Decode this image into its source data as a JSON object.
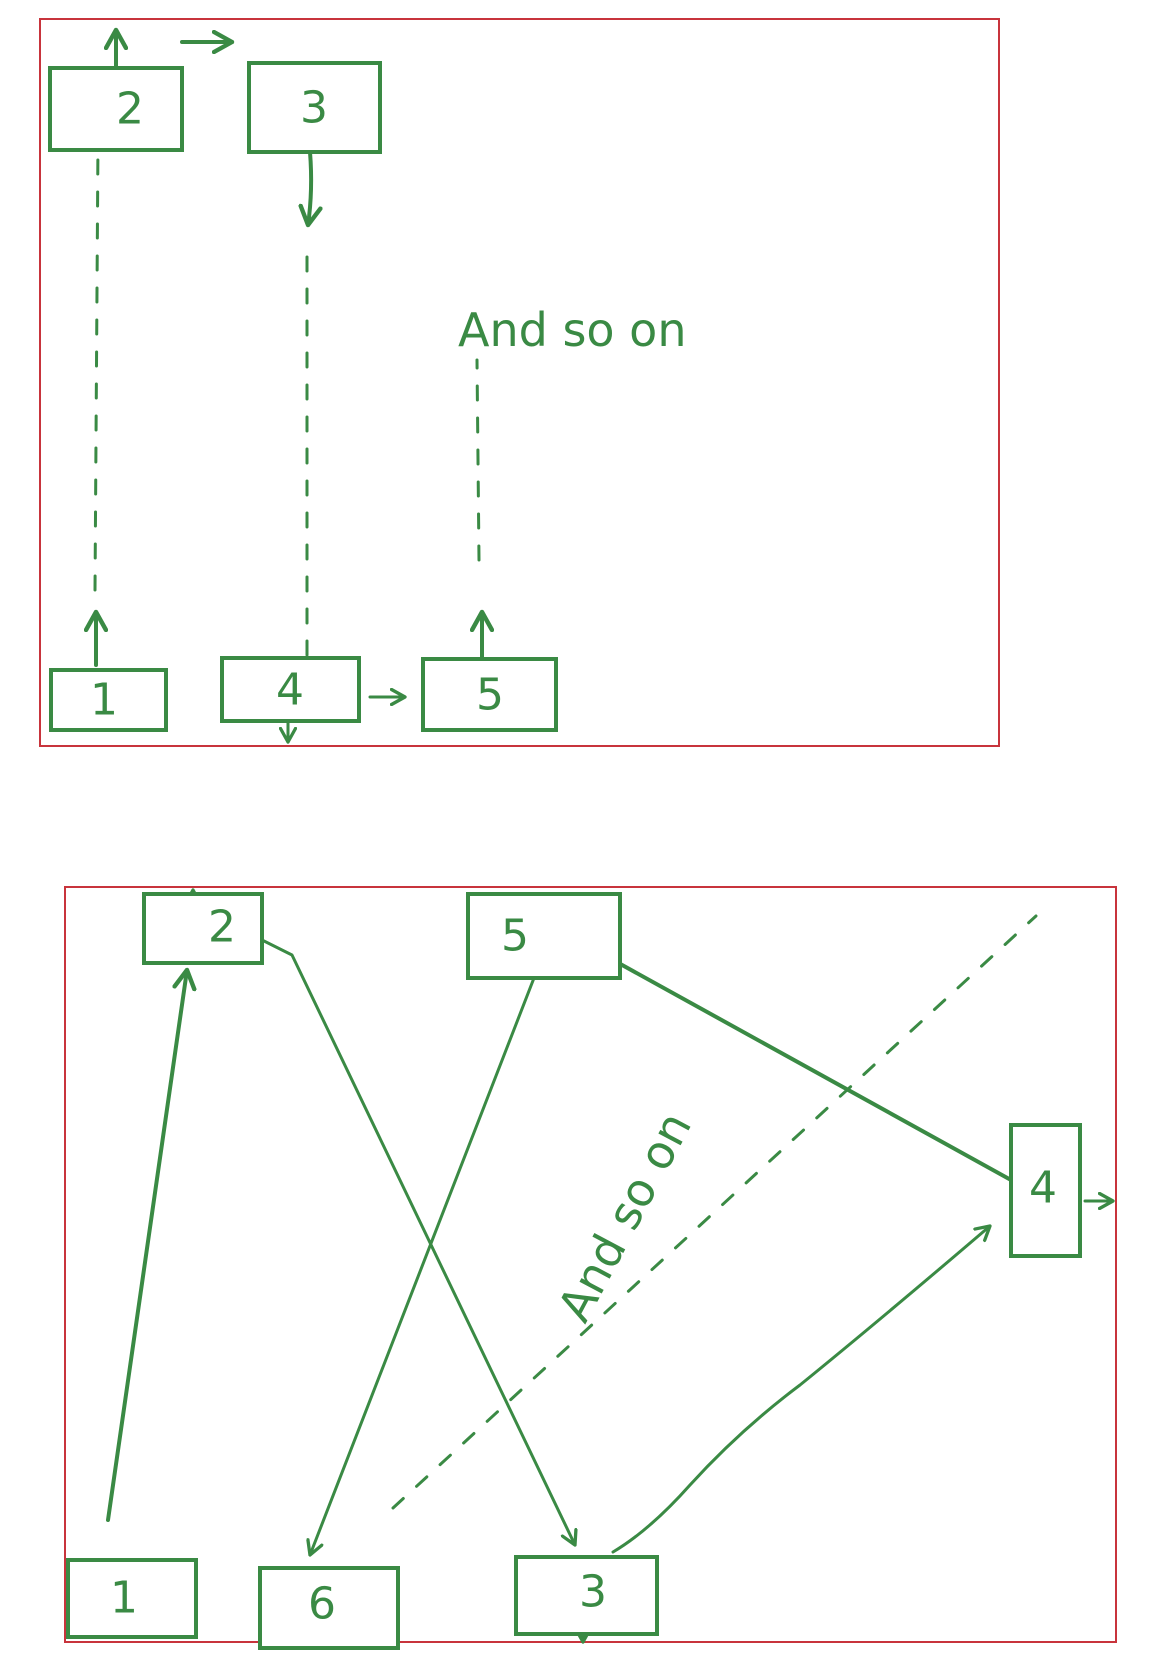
{
  "colors": {
    "ink": "#3a8a44",
    "frame": "#c8343c"
  },
  "top_diagram": {
    "nodes": [
      {
        "id": "n2",
        "label": "2"
      },
      {
        "id": "n3",
        "label": "3"
      },
      {
        "id": "n1",
        "label": "1"
      },
      {
        "id": "n4",
        "label": "4"
      },
      {
        "id": "n5",
        "label": "5"
      }
    ],
    "note": "And so on"
  },
  "bottom_diagram": {
    "nodes": [
      {
        "id": "n2",
        "label": "2"
      },
      {
        "id": "n5",
        "label": "5"
      },
      {
        "id": "n4",
        "label": "4"
      },
      {
        "id": "n1",
        "label": "1"
      },
      {
        "id": "n6",
        "label": "6"
      },
      {
        "id": "n3",
        "label": "3"
      }
    ],
    "note": "And so on"
  }
}
